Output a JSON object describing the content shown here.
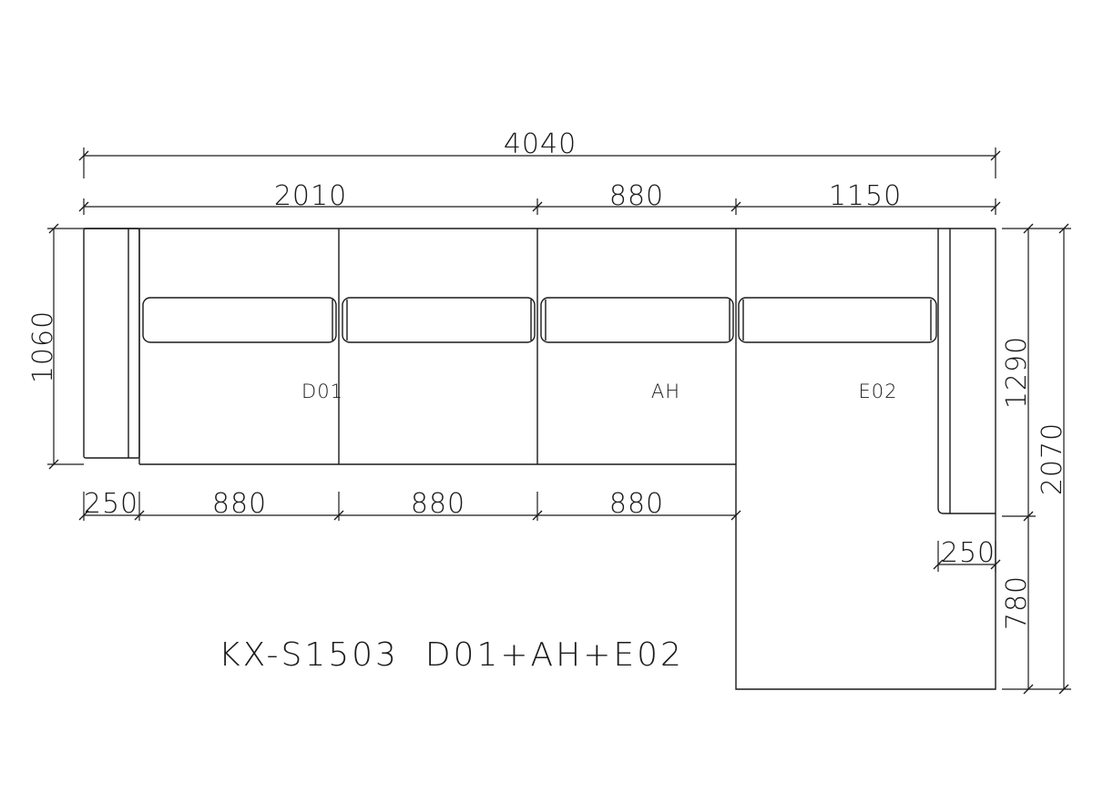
{
  "dimensions": {
    "overall_width": "4040",
    "top_left": "2010",
    "top_middle": "880",
    "top_right": "1150",
    "left_depth": "1060",
    "right_upper": "1290",
    "right_total": "2070",
    "right_lower": "780",
    "bottom_arm": "250",
    "bottom_seat_1": "880",
    "bottom_seat_2": "880",
    "bottom_seat_3": "880",
    "right_arm": "250"
  },
  "labels": {
    "module_1": "D01",
    "module_2": "AH",
    "module_3": "E02"
  },
  "title": "KX-S1503  D01+AH+E02"
}
